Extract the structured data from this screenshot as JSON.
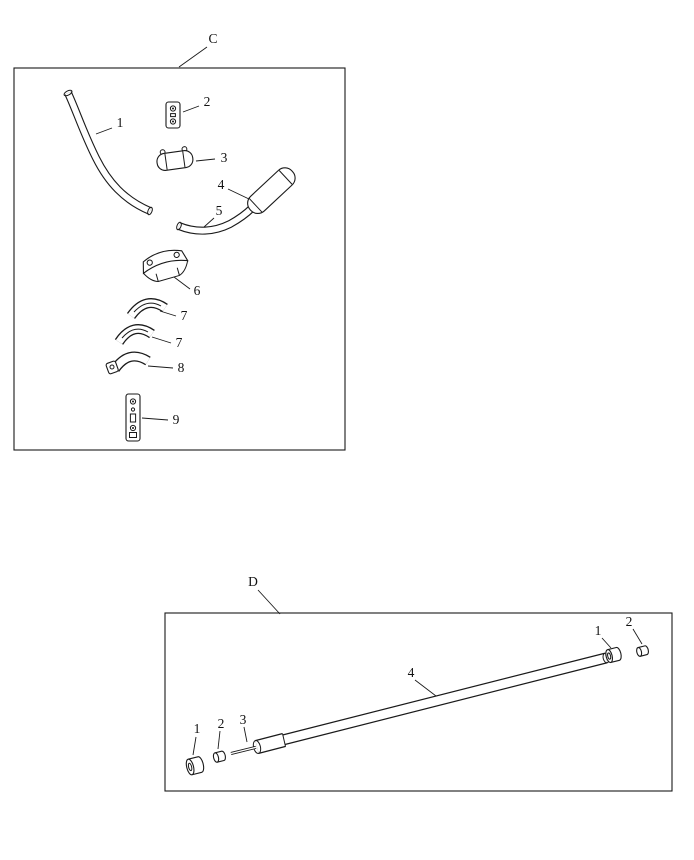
{
  "colors": {
    "line": "#1a1a1a",
    "background": "#ffffff"
  },
  "sections": [
    {
      "label": "C",
      "callouts": [
        "1",
        "2",
        "3",
        "4",
        "5",
        "6",
        "7",
        "7",
        "8",
        "9"
      ]
    },
    {
      "label": "D",
      "callouts": [
        "1",
        "2",
        "4",
        "1",
        "2",
        "3"
      ]
    }
  ]
}
